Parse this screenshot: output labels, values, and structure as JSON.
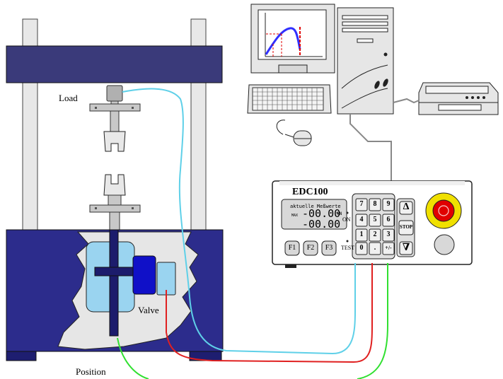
{
  "labels": {
    "load": "Load",
    "valve": "Valve",
    "position": "Position"
  },
  "controller": {
    "title": "EDC100",
    "lcd_line1": "aktuelle Meßwerte",
    "lcd_line2_prefix": "MAX",
    "lcd_line2_value": "-00.00",
    "lcd_line2_unit": "kN",
    "lcd_line3_value": "-00.00",
    "on_label": "ON",
    "test_label": "TEST",
    "keypad": [
      "7",
      "8",
      "9",
      "4",
      "5",
      "6",
      "1",
      "2",
      "3",
      "0",
      ".",
      "+/-"
    ],
    "fkeys": [
      "F1",
      "F2",
      "F3"
    ],
    "stop_label": "STOP",
    "up_symbol": "Δ",
    "down_symbol": "∇"
  },
  "colors": {
    "frame_dark": "#3a3a7a",
    "base_blue": "#2c2c8c",
    "actuator_blue": "#1010c8",
    "light_blue": "#9ad4f0",
    "cable_cyan": "#5fd0e8",
    "cable_red": "#e02020",
    "cable_green": "#30e030",
    "estop_yellow": "#f0e000",
    "estop_red": "#e00000",
    "panel_grey": "#d8d8d8"
  }
}
